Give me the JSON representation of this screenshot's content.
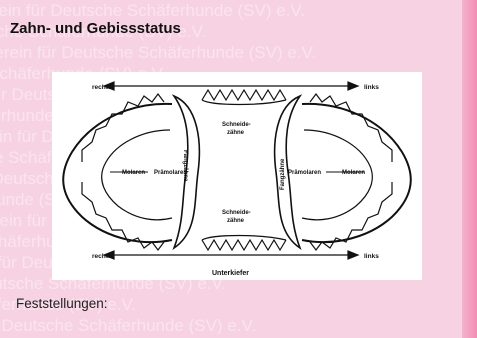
{
  "document": {
    "title": "Zahn- und Gebissstatus",
    "footer_label": "Feststellungen:",
    "watermark_text": "Verein für Deutsche Schäferhunde (SV) e.V."
  },
  "diagram": {
    "top_right_label": "links",
    "top_left_label": "rechts",
    "bottom_left_label": "rechts",
    "bottom_right_label": "links",
    "bottom_caption": "Unterkiefer",
    "incisors_top": "Schneide-\nzähne",
    "incisors_bottom": "Schneide-\nzähne",
    "canine_left": "Fangzähne",
    "canine_right": "Fangzähne",
    "premolars_left": "Prämolaren",
    "premolars_right": "Prämolaren",
    "molars_left": "Molaren",
    "molars_right": "Molaren"
  },
  "colors": {
    "sheet_pink": "#f7d2e2",
    "edge_pink": "#f18fb5",
    "ink": "#111111"
  }
}
